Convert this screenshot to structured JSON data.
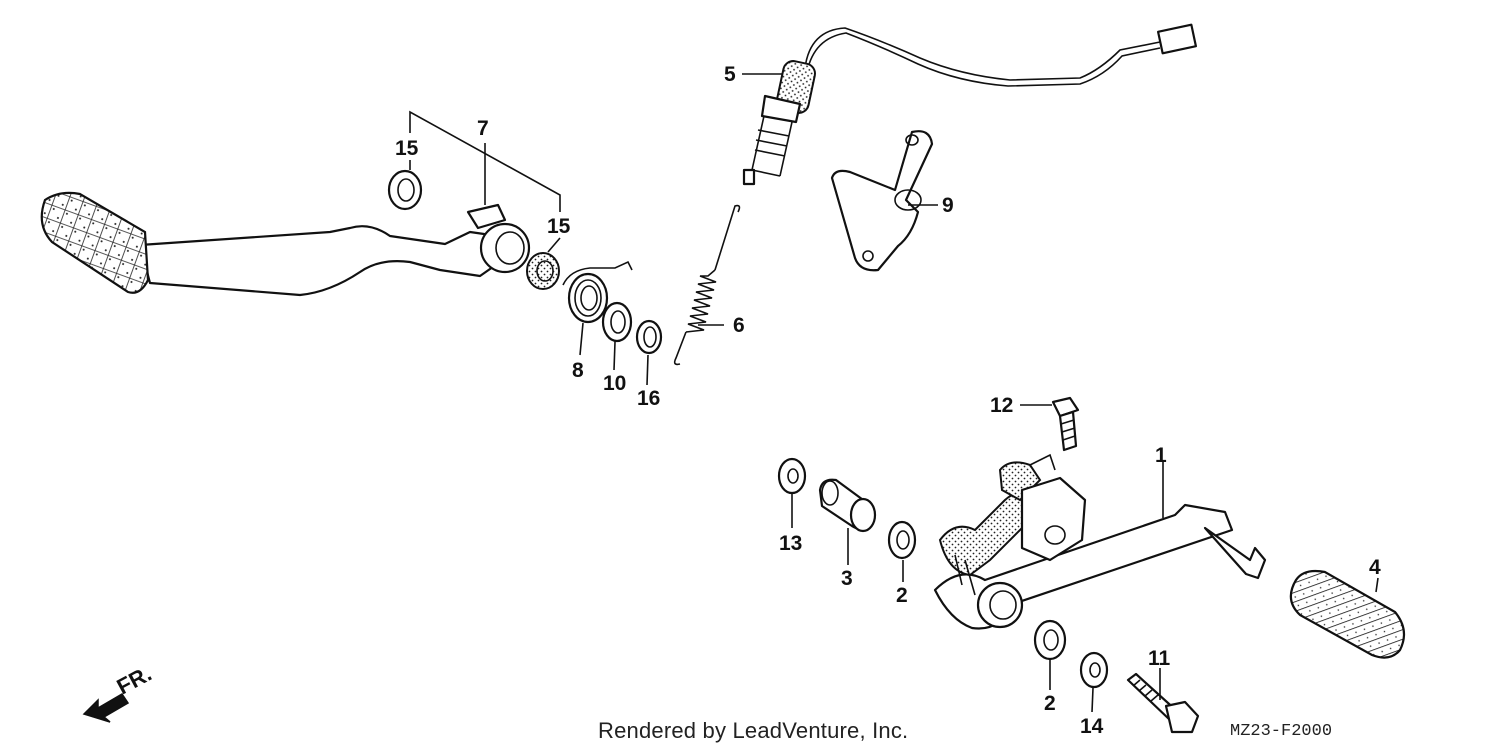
{
  "callouts": {
    "c1": "1",
    "c2a": "2",
    "c2b": "2",
    "c3": "3",
    "c4": "4",
    "c5": "5",
    "c6": "6",
    "c7": "7",
    "c8": "8",
    "c9": "9",
    "c10": "10",
    "c11": "11",
    "c12": "12",
    "c13": "13",
    "c14": "14",
    "c15a": "15",
    "c15b": "15",
    "c16": "16"
  },
  "direction_label": "FR.",
  "footer_text": "Rendered by LeadVenture, Inc.",
  "diagram_code": "MZ23-F2000"
}
